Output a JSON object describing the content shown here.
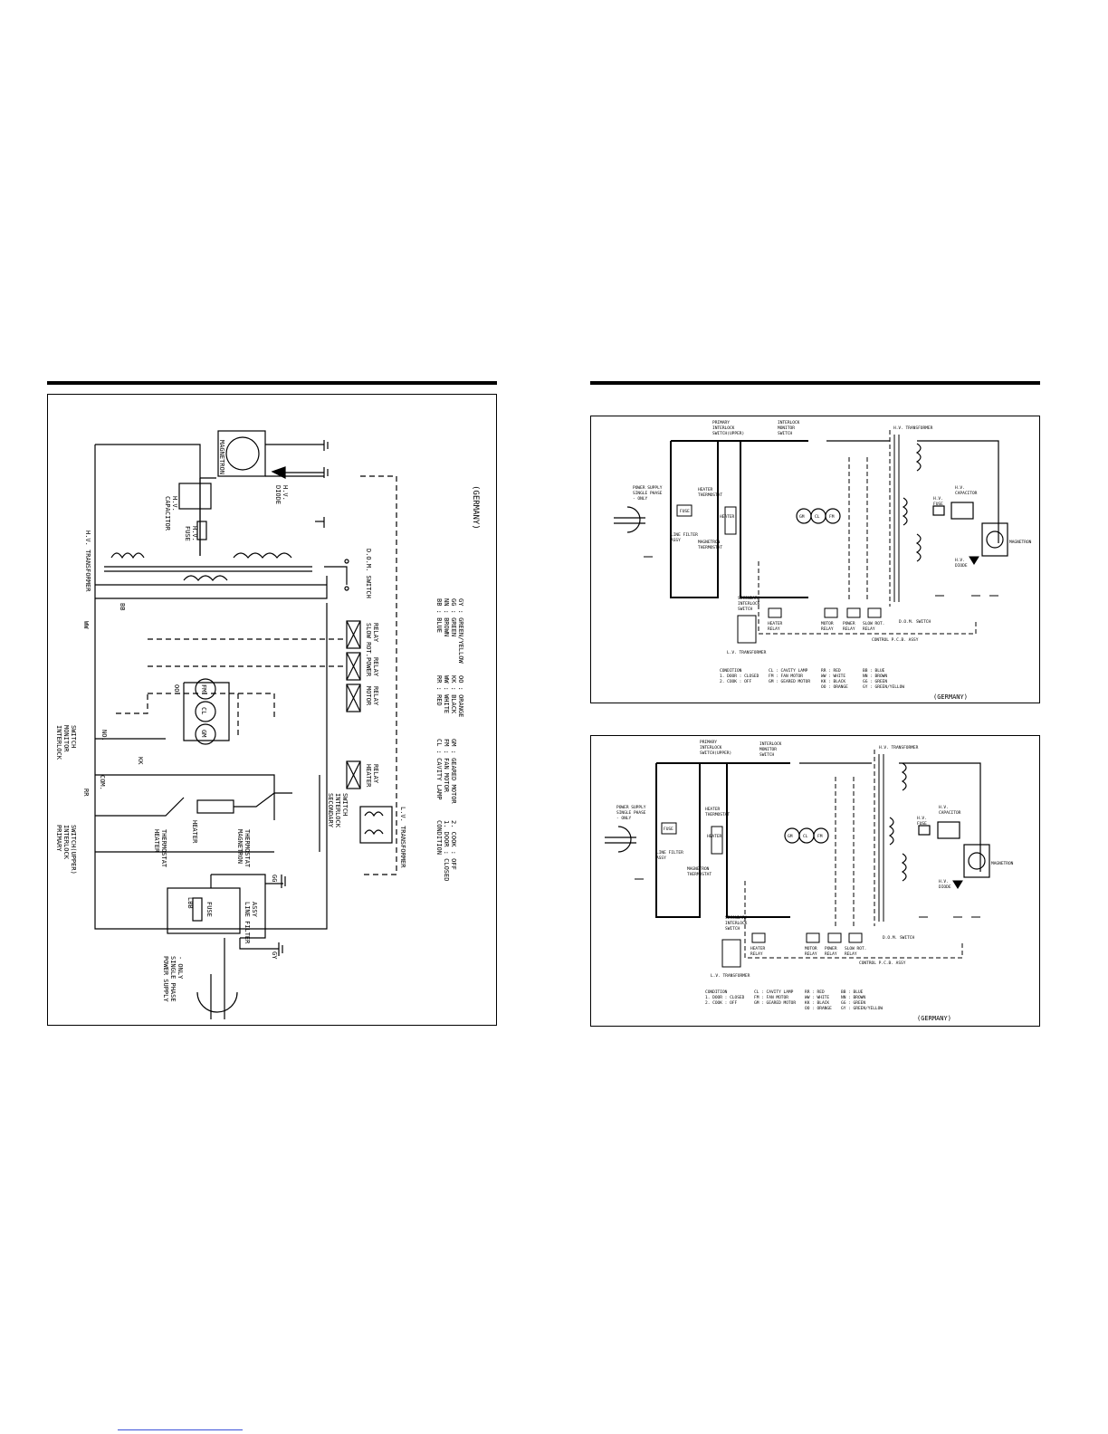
{
  "left_diagram": {
    "region_tag": "(GERMANY)",
    "components": {
      "magnetron": "MAGNETRON",
      "hv_capacitor": [
        "H.V.",
        "CAPACITOR"
      ],
      "hv_diode": [
        "H.V.",
        "DIODE"
      ],
      "hv_fuse": [
        "H.V.",
        "FUSE"
      ],
      "hv_transformer": "H.V. TRANSFORMER",
      "dom_switch": "D.O.M. SWITCH",
      "interlock_monitor": [
        "INTERLOCK",
        "MONITOR",
        "SWITCH"
      ],
      "primary_interlock": [
        "PRIMARY",
        "INTERLOCK",
        "SWITCH(UPPER)"
      ],
      "secondary_interlock": [
        "SECONDARY",
        "INTERLOCK",
        "SWITCH"
      ],
      "heater_thermostat": [
        "HEATER",
        "THERMOSTAT"
      ],
      "magnetron_thermostat": [
        "MAGNETRON",
        "THERMOSTAT"
      ],
      "heater": "HEATER",
      "slow_rot_relay": [
        "SLOW ROT.",
        "RELAY"
      ],
      "power_relay": [
        "POWER",
        "RELAY"
      ],
      "motor_relay": [
        "MOTOR",
        "RELAY"
      ],
      "heater_relay": [
        "HEATER",
        "RELAY"
      ],
      "lv_transformer": "L.V. TRANSFORMER",
      "fuse": "FUSE",
      "line_filter": [
        "LINE FILTER",
        "ASSY"
      ],
      "power_supply": [
        "POWER SUPPLY",
        "SINGLE PHASE",
        "- ONLY"
      ]
    },
    "motors": [
      "GM",
      "CL",
      "FM"
    ],
    "wire_codes": [
      "BB",
      "WW",
      "RR",
      "KK",
      "OO",
      "GY",
      "GG",
      "NO.",
      "COM.",
      "LBB"
    ],
    "legend": {
      "condition": [
        "CONDITION",
        "1. DOOR : CLOSED",
        "2. COOK : OFF"
      ],
      "motor_abbrev": [
        "CL : CAVITY LAMP",
        "FM : FAN MOTOR",
        "GM : GEARED MOTOR"
      ],
      "colors_1": [
        "RR : RED",
        "WW : WHITE",
        "KK : BLACK",
        "OO : ORANGE"
      ],
      "colors_2": [
        "BB : BLUE",
        "NN : BROWN",
        "GG : GREEN",
        "GY : GREEN/YELLOW"
      ]
    }
  },
  "right_top_diagram": {
    "region_tag": "(GERMANY)",
    "labels": {
      "primary_interlock": [
        "PRIMARY",
        "INTERLOCK",
        "SWITCH(UPPER)"
      ],
      "interlock_monitor": [
        "INTERLOCK",
        "MONITOR",
        "SWITCH"
      ],
      "hv_transformer": "H.V. TRANSFORMER",
      "power_supply": [
        "POWER SUPPLY",
        "SINGLE PHASE",
        "- ONLY"
      ],
      "heater_thermostat": [
        "HEATER",
        "THERMOSTAT"
      ],
      "heater": "HEATER",
      "magnetron_thermostat": [
        "MAGNETRON",
        "THERMOSTAT"
      ],
      "line_filter": [
        "LINE FILTER",
        "ASSY"
      ],
      "secondary_interlock": [
        "SECONDARY",
        "INTERLOCK",
        "SWITCH"
      ],
      "hv_capacitor": [
        "H.V.",
        "CAPACITOR"
      ],
      "hv_fuse": [
        "H.V.",
        "FUSE"
      ],
      "hv_diode": [
        "H.V.",
        "DIODE"
      ],
      "magnetron": "MAGNETRON",
      "fuse": "FUSE",
      "heater_relay": [
        "HEATER",
        "RELAY"
      ],
      "motor_relay": [
        "MOTOR",
        "RELAY"
      ],
      "power_relay": [
        "POWER",
        "RELAY"
      ],
      "slow_rot_relay": [
        "SLOW ROT.",
        "RELAY"
      ],
      "dom_switch": "D.O.M. SWITCH",
      "lv_transformer": "L.V. TRANSFORMER",
      "control_pcb": "CONTROL P.C.B. ASSY"
    },
    "motors": [
      "GM",
      "CL",
      "FM"
    ],
    "legend": {
      "condition": [
        "CONDITION",
        "1. DOOR : CLOSED",
        "2. COOK : OFF"
      ],
      "motor_abbrev": [
        "CL : CAVITY LAMP",
        "FM : FAN MOTOR",
        "GM : GEARED MOTOR"
      ],
      "colors_1": [
        "RR : RED",
        "WW : WHITE",
        "KK : BLACK",
        "OO : ORANGE"
      ],
      "colors_2": [
        "BB : BLUE",
        "NN : BROWN",
        "GG : GREEN",
        "GY : GREEN/YELLOW"
      ]
    }
  },
  "right_bottom_diagram": {
    "region_tag": "(GERMANY)",
    "labels": {
      "primary_interlock": [
        "PRIMARY",
        "INTERLOCK",
        "SWITCH(UPPER)"
      ],
      "interlock_monitor": [
        "INTERLOCK",
        "MONITOR",
        "SWITCH"
      ],
      "hv_transformer": "H.V. TRANSFORMER",
      "power_supply": [
        "POWER SUPPLY",
        "SINGLE PHASE",
        "- ONLY"
      ],
      "heater_thermostat": [
        "HEATER",
        "THERMOSTAT"
      ],
      "heater": "HEATER",
      "magnetron_thermostat": [
        "MAGNETRON",
        "THERMOSTAT"
      ],
      "line_filter": [
        "LINE FILTER",
        "ASSY"
      ],
      "secondary_interlock": [
        "SECONDARY",
        "INTERLOCK",
        "SWITCH"
      ],
      "hv_capacitor": [
        "H.V.",
        "CAPACITOR"
      ],
      "hv_fuse": [
        "H.V.",
        "FUSE"
      ],
      "hv_diode": [
        "H.V.",
        "DIODE"
      ],
      "magnetron": "MAGNETRON",
      "fuse": "FUSE",
      "heater_relay": [
        "HEATER",
        "RELAY"
      ],
      "motor_relay": [
        "MOTOR",
        "RELAY"
      ],
      "power_relay": [
        "POWER",
        "RELAY"
      ],
      "slow_rot_relay": [
        "SLOW ROT.",
        "RELAY"
      ],
      "dom_switch": "D.O.M. SWITCH",
      "lv_transformer": "L.V. TRANSFORMER",
      "control_pcb": "CONTROL P.C.B. ASSY"
    },
    "motors": [
      "GM",
      "CL",
      "FM"
    ],
    "legend": {
      "condition": [
        "CONDITION",
        "1. DOOR : CLOSED",
        "2. COOK : OFF"
      ],
      "motor_abbrev": [
        "CL : CAVITY LAMP",
        "FM : FAN MOTOR",
        "GM : GEARED MOTOR"
      ],
      "colors_1": [
        "RR : RED",
        "WW : WHITE",
        "KK : BLACK",
        "OO : ORANGE"
      ],
      "colors_2": [
        "BB : BLUE",
        "NN : BROWN",
        "GG : GREEN",
        "GY : GREEN/YELLOW"
      ]
    }
  }
}
